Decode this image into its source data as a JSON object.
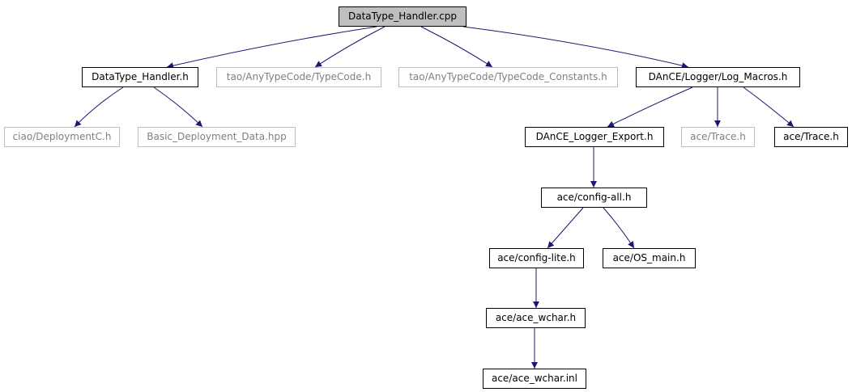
{
  "colors": {
    "edge": "#191970",
    "root_fill": "#bfbfbf",
    "external_border": "#bfbfbf",
    "external_text": "#7f7f7f"
  },
  "nodes": {
    "root": "DataType_Handler.cpp",
    "datatype_handler_h": "DataType_Handler.h",
    "typecode_h": "tao/AnyTypeCode/TypeCode.h",
    "typecode_constants_h": "tao/AnyTypeCode/TypeCode_Constants.h",
    "log_macros_h": "DAnCE/Logger/Log_Macros.h",
    "deploymentc_h": "ciao/DeploymentC.h",
    "basic_deployment_data": "Basic_Deployment_Data.hpp",
    "logger_export_h": "DAnCE_Logger_Export.h",
    "trace_h_ext": "ace/Trace.h",
    "trace_h": "ace/Trace.h",
    "config_all_h": "ace/config-all.h",
    "config_lite_h": "ace/config-lite.h",
    "os_main_h": "ace/OS_main.h",
    "ace_wchar_h": "ace/ace_wchar.h",
    "ace_wchar_inl": "ace/ace_wchar.inl"
  }
}
